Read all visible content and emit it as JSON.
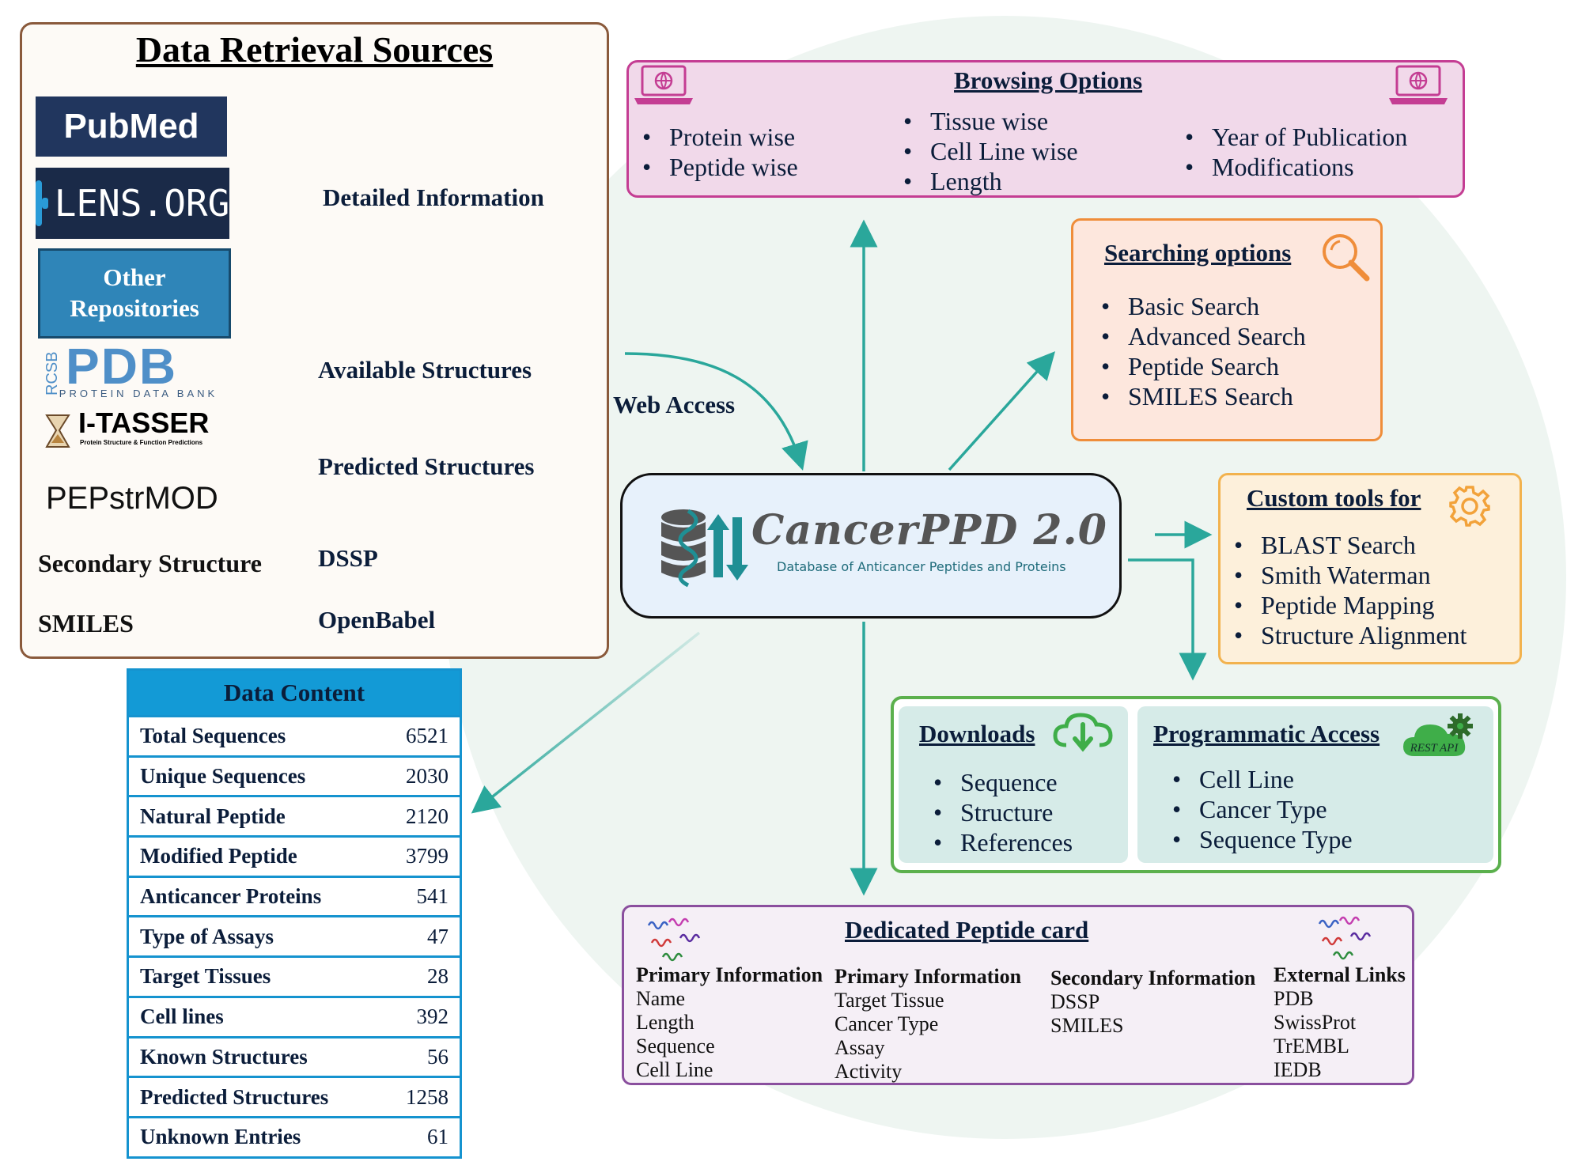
{
  "retrieval": {
    "title": "Data Retrieval Sources",
    "logos": {
      "pubmed": "PubMed",
      "lens": "LENS.ORG",
      "other": "Other Repositories",
      "pdb_rcsb": "RCSB",
      "pdb_name": "PDB",
      "pdb_sub": "PROTEIN DATA BANK",
      "itasser": "I-TASSER",
      "itasser_sub": "Protein Structure & Function Predictions",
      "pepstrmod": "PEPstrMOD"
    },
    "secondary_structure": "Secondary Structure",
    "smiles": "SMILES",
    "groups": {
      "detailed": "Detailed Information",
      "available": "Available Structures",
      "predicted": "Predicted Structures",
      "dssp": "DSSP",
      "openbabel": "OpenBabel"
    }
  },
  "data_content": {
    "title": "Data Content",
    "rows": [
      {
        "label": "Total Sequences",
        "value": "6521"
      },
      {
        "label": "Unique Sequences",
        "value": "2030"
      },
      {
        "label": "Natural Peptide",
        "value": "2120"
      },
      {
        "label": "Modified Peptide",
        "value": "3799"
      },
      {
        "label": "Anticancer Proteins",
        "value": "541"
      },
      {
        "label": "Type of Assays",
        "value": "47"
      },
      {
        "label": "Target Tissues",
        "value": "28"
      },
      {
        "label": "Cell lines",
        "value": "392"
      },
      {
        "label": "Known Structures",
        "value": "56"
      },
      {
        "label": "Predicted Structures",
        "value": "1258"
      },
      {
        "label": "Unknown Entries",
        "value": "61"
      }
    ]
  },
  "browsing": {
    "title": "Browsing Options",
    "col1": [
      "Protein wise",
      "Peptide wise"
    ],
    "col2": [
      "Tissue wise",
      "Cell Line wise",
      "Length"
    ],
    "col3": [
      "Year of Publication",
      "Modifications"
    ]
  },
  "searching": {
    "title": "Searching options",
    "items": [
      "Basic Search",
      "Advanced Search",
      "Peptide Search",
      "SMILES Search"
    ]
  },
  "custom_tools": {
    "title": "Custom tools for",
    "items": [
      "BLAST Search",
      "Smith Waterman",
      "Peptide Mapping",
      "Structure Alignment"
    ]
  },
  "downloads": {
    "title": "Downloads",
    "items": [
      "Sequence",
      "Structure",
      "References"
    ]
  },
  "programmatic": {
    "title": "Programmatic Access",
    "badge": "REST API",
    "items": [
      "Cell Line",
      "Cancer Type",
      "Sequence Type"
    ]
  },
  "center": {
    "title": "CancerPPD 2.0",
    "subtitle": "Database of Anticancer Peptides and Proteins",
    "web_access": "Web Access"
  },
  "peptide_card": {
    "title": "Dedicated Peptide card",
    "columns": [
      {
        "heading": "Primary Information",
        "items": [
          "Name",
          "Length",
          "Sequence",
          "Cell Line"
        ]
      },
      {
        "heading": "Primary Information",
        "items": [
          "Target Tissue",
          "Cancer Type",
          "Assay",
          "Activity"
        ]
      },
      {
        "heading": "Secondary Information",
        "items": [
          "DSSP",
          "SMILES"
        ]
      },
      {
        "heading": "External Links",
        "items": [
          "PDB",
          "SwissProt",
          "TrEMBL",
          "IEDB"
        ]
      }
    ]
  },
  "colors": {
    "arrow": "#2aa79b",
    "browse_border": "#c43d93",
    "search_border": "#ef8d3a",
    "custom_border": "#f2b24e",
    "downloads_border": "#5bb04d",
    "card_border": "#8a4f9e",
    "table_header": "#139ad6"
  }
}
